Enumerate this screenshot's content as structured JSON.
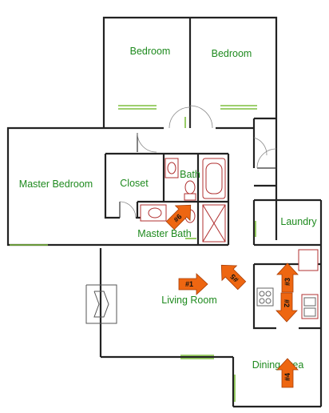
{
  "rooms": {
    "bedroom_1": "Bedroom",
    "bedroom_2": "Bedroom",
    "master_bedroom": "Master Bedroom",
    "closet": "Closet",
    "bath": "Bath",
    "master_bath": "Master Bath",
    "laundry": "Laundry",
    "living_room": "Living Room",
    "dining_area": "Dining Area"
  },
  "camera_markers": [
    {
      "label": "#1",
      "points_to": "east"
    },
    {
      "label": "#2",
      "points_to": "south"
    },
    {
      "label": "#3",
      "points_to": "north"
    },
    {
      "label": "#4",
      "points_to": "north"
    },
    {
      "label": "#5",
      "points_to": "northwest"
    },
    {
      "label": "#6",
      "points_to": "northeast"
    }
  ],
  "colors": {
    "room_label": "#1e8a1e",
    "camera_marker": "#ee6611",
    "window": "#7fbf3f",
    "fixture_outline": "#b03030"
  }
}
